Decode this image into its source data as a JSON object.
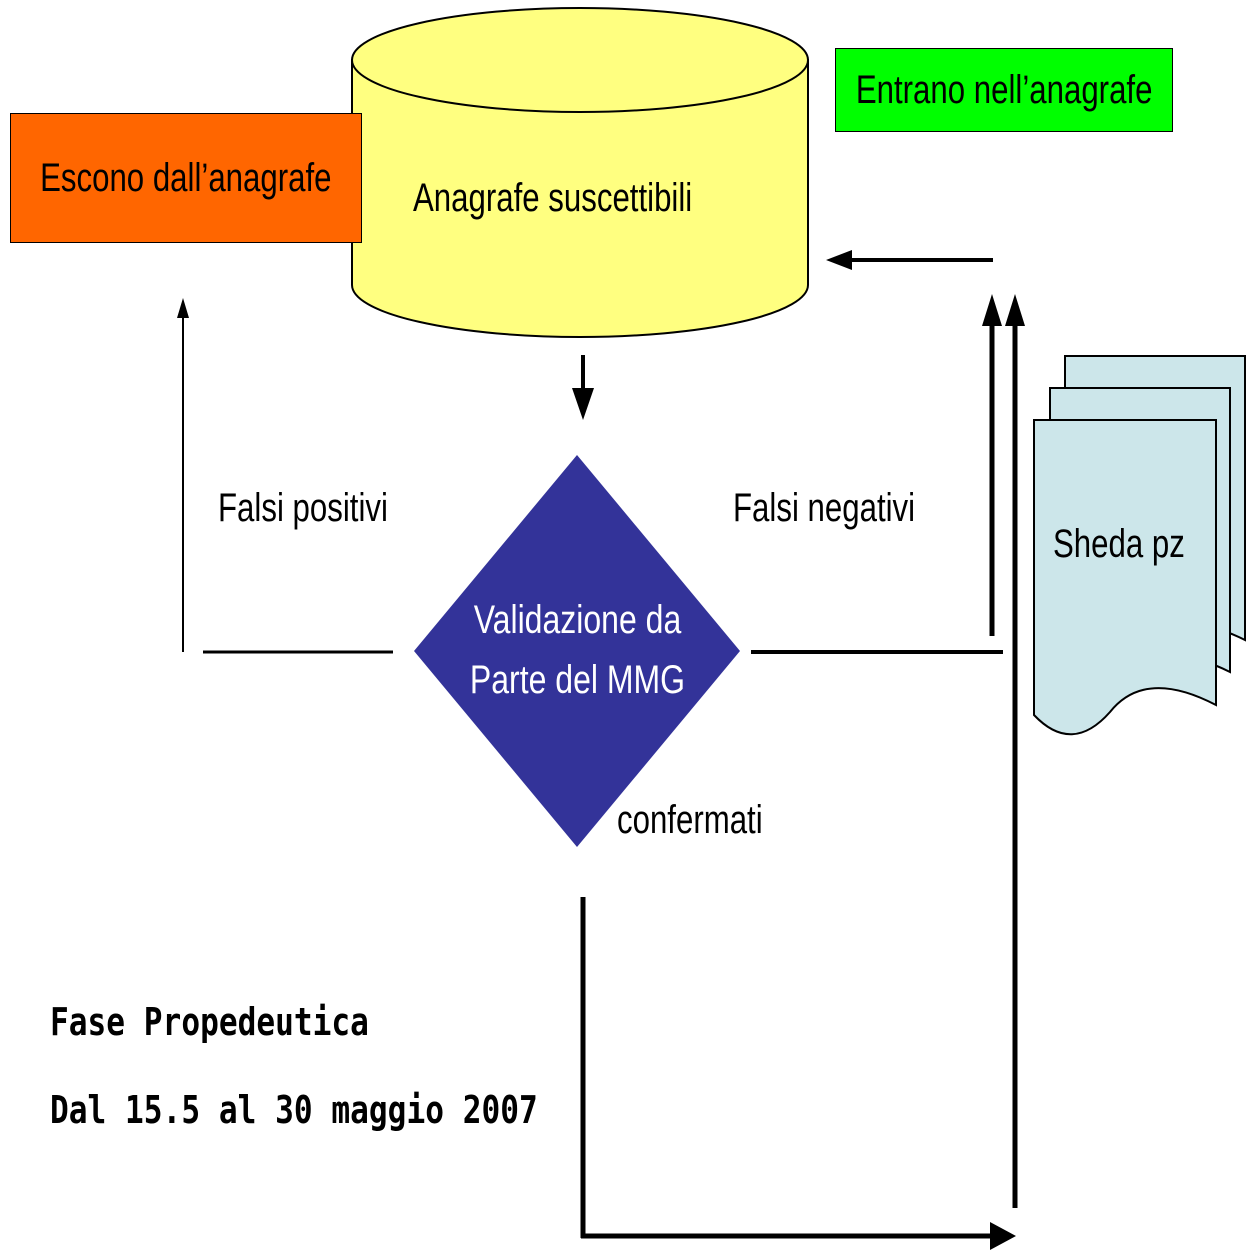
{
  "registry": {
    "label": "Anagrafe suscettibili",
    "fill": "#ffff80"
  },
  "exit_box": {
    "label": "Escono dall’anagrafe",
    "fill": "#ff6600"
  },
  "enter_box": {
    "label": "Entrano nell’anagrafe",
    "fill": "#00ff00"
  },
  "decision": {
    "line1": "Validazione da",
    "line2": "Parte del MMG",
    "fill": "#333399"
  },
  "document": {
    "label": "Sheda pz",
    "fill": "#cce6ea"
  },
  "edges": {
    "false_positive": "Falsi positivi",
    "false_negative": "Falsi negativi",
    "confirmed": "confermati"
  },
  "notes": {
    "phase": "Fase Propedeutica",
    "dates": "Dal 15.5 al 30 maggio 2007"
  }
}
